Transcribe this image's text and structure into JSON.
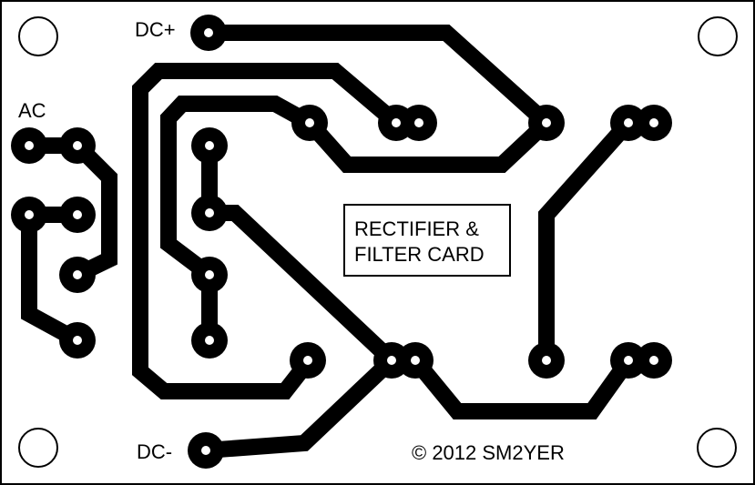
{
  "labels": {
    "dc_plus": "DC+",
    "dc_minus": "DC-",
    "ac": "AC",
    "title_line1": "RECTIFIER &",
    "title_line2": "FILTER CARD",
    "copyright": "© 2012 SM2YER"
  },
  "colors": {
    "copper": "#000000",
    "board": "#ffffff",
    "hole": "#ffffff"
  }
}
